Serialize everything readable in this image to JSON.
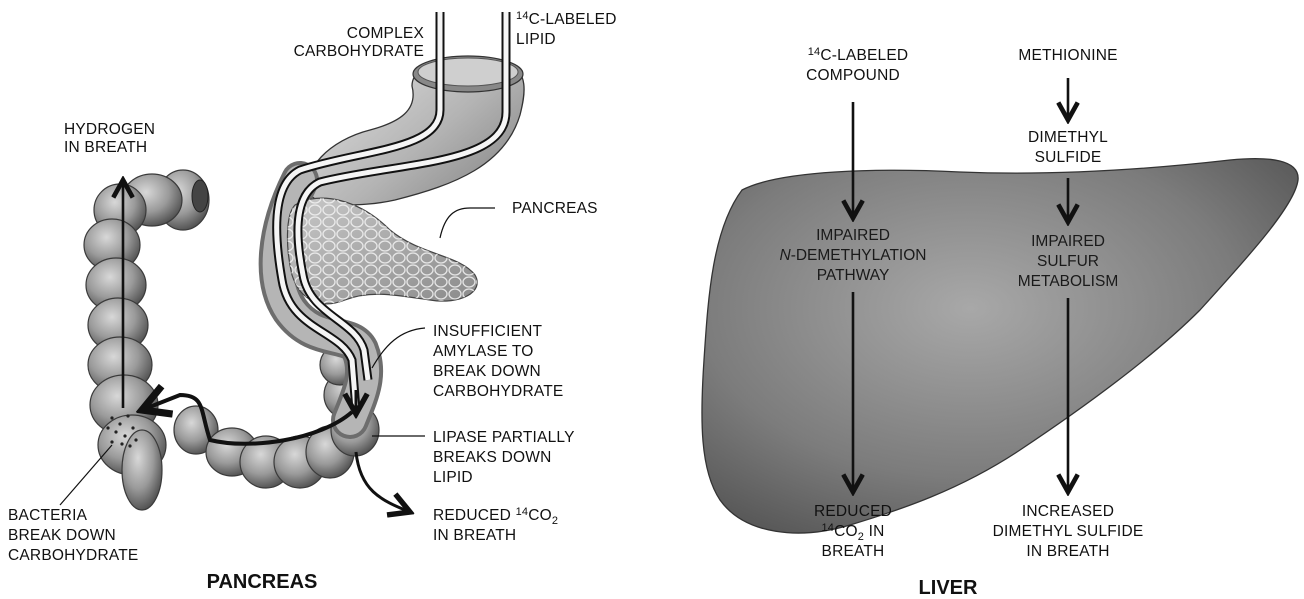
{
  "pancreas_panel": {
    "title": "PANCREAS",
    "complex_carbohydrate": [
      "COMPLEX",
      "CARBOHYDRATE"
    ],
    "labeled_lipid": {
      "sup": "14",
      "line1": "C-LABELED",
      "line2": "LIPID"
    },
    "hydrogen": [
      "HYDROGEN",
      "IN BREATH"
    ],
    "pancreas_label": "PANCREAS",
    "insufficient_amylase": [
      "INSUFFICIENT",
      "AMYLASE TO",
      "BREAK DOWN",
      "CARBOHYDRATE"
    ],
    "lipase": [
      "LIPASE PARTIALLY",
      "BREAKS DOWN",
      "LIPID"
    ],
    "reduced_co2": {
      "pre": "REDUCED ",
      "sup": "14",
      "mid": "CO",
      "sub": "2",
      "line2": "IN BREATH"
    },
    "bacteria": [
      "BACTERIA",
      "BREAK DOWN",
      "CARBOHYDRATE"
    ]
  },
  "liver_panel": {
    "title": "LIVER",
    "labeled_compound": {
      "sup": "14",
      "line1": "C-LABELED",
      "line2": "COMPOUND"
    },
    "methionine": "METHIONINE",
    "dimethyl_sulfide": [
      "DIMETHYL",
      "SULFIDE"
    ],
    "impaired_ndemethylation": {
      "line1": "IMPAIRED",
      "italic": "N",
      "line2": "-DEMETHYLATION",
      "line3": "PATHWAY"
    },
    "impaired_sulfur": [
      "IMPAIRED",
      "SULFUR",
      "METABOLISM"
    ],
    "reduced_co2": {
      "line1": "REDUCED",
      "sup": "14",
      "mid": "CO",
      "sub": "2",
      "tail": " IN",
      "line3": "BREATH"
    },
    "increased_dms": [
      "INCREASED",
      "DIMETHYL SULFIDE",
      "IN BREATH"
    ]
  }
}
